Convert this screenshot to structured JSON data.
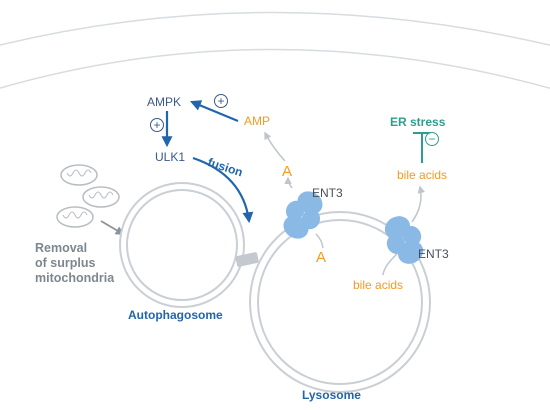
{
  "labels": {
    "ampk": "AMPK",
    "ulk1": "ULK1",
    "amp": "AMP",
    "fusion": "fusion",
    "a_top": "A",
    "a_bottom": "A",
    "ent3_top": "ENT3",
    "ent3_bottom": "ENT3",
    "er_stress": "ER stress",
    "bile_acids_top": "bile acids",
    "bile_acids_bottom": "bile acids",
    "removal": [
      "Removal",
      "of surplus",
      "mitochondria"
    ],
    "autophagosome": "Autophagosome",
    "lysosome": "Lysosome"
  },
  "signs": {
    "plus_amp_ampk": "+",
    "plus_ampk_ulk1": "+",
    "minus_er_stress": "−"
  },
  "colors": {
    "arrow_blue": "#2166ad",
    "text_navy": "#3a5a86",
    "orange": "#f59a23",
    "teal": "#2f9d8e",
    "transporter": "#8ab9e6",
    "membrane": "#c9cfd5",
    "mitochondria": "#b8bdc2"
  }
}
